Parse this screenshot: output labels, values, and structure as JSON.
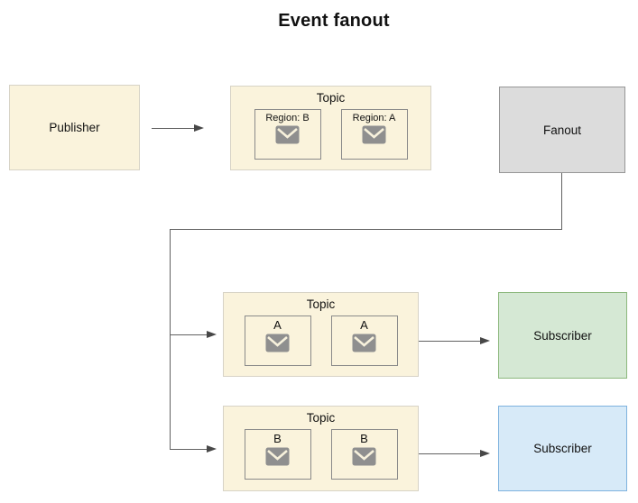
{
  "title": "Event fanout",
  "nodes": {
    "publisher": {
      "label": "Publisher"
    },
    "topic_top": {
      "label": "Topic",
      "messages": [
        "Region: B",
        "Region: A"
      ]
    },
    "fanout": {
      "label": "Fanout"
    },
    "topic_a": {
      "label": "Topic",
      "messages": [
        "A",
        "A"
      ]
    },
    "topic_b": {
      "label": "Topic",
      "messages": [
        "B",
        "B"
      ]
    },
    "subscriber_a": {
      "label": "Subscriber"
    },
    "subscriber_b": {
      "label": "Subscriber"
    }
  },
  "colors": {
    "cream_fill": "#faf3dc",
    "cream_border": "#d7d3c6",
    "gray_fill": "#dcdcdc",
    "gray_border": "#969696",
    "green_fill": "#d5e8d4",
    "green_border": "#8cb87d",
    "blue_fill": "#d7eaf8",
    "blue_border": "#7eb2de",
    "message_border": "#8a8a8a",
    "envelope_fill": "#8f8f8f",
    "line": "#616161",
    "arrowhead": "#474747",
    "text": "#111111"
  },
  "icons": {
    "envelope": "envelope-icon"
  }
}
